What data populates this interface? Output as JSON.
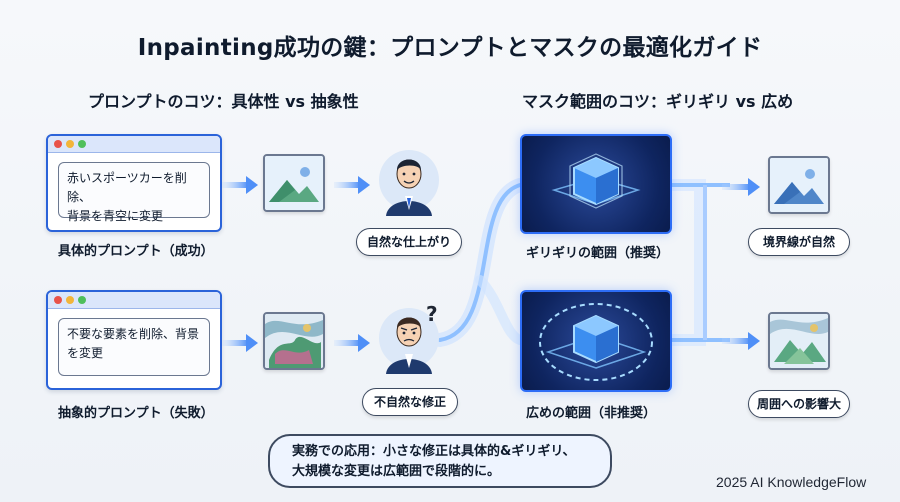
{
  "title": "Inpainting成功の鍵：プロンプトとマスクの最適化ガイド",
  "left_section": {
    "title": "プロンプトのコツ：具体性 vs 抽象性",
    "success": {
      "prompt_line1": "赤いスポーツカーを削除、",
      "prompt_line2": "背景を青空に変更",
      "label": "具体的プロンプト（成功）",
      "result": "自然な仕上がり"
    },
    "failure": {
      "prompt_line1": "不要な要素を削除、背景",
      "prompt_line2": "を変更",
      "label": "抽象的プロンプト（失敗）",
      "result": "不自然な修正",
      "question_mark": "?"
    }
  },
  "right_section": {
    "title": "マスク範囲のコツ：ギリギリ vs 広め",
    "tight": {
      "label": "ギリギリの範囲（推奨）",
      "result": "境界線が自然"
    },
    "wide": {
      "label": "広めの範囲（非推奨）",
      "result": "周囲への影響大"
    }
  },
  "footer": {
    "line1": "実務での応用：小さな修正は具体的&ギリギリ、",
    "line2": "大規模な変更は広範囲で段階的に。"
  },
  "credit": "2025 AI KnowledgeFlow",
  "colors": {
    "accent": "#2b63d9",
    "flow": "#7fb2ff",
    "card_bg": "#0f2560"
  }
}
